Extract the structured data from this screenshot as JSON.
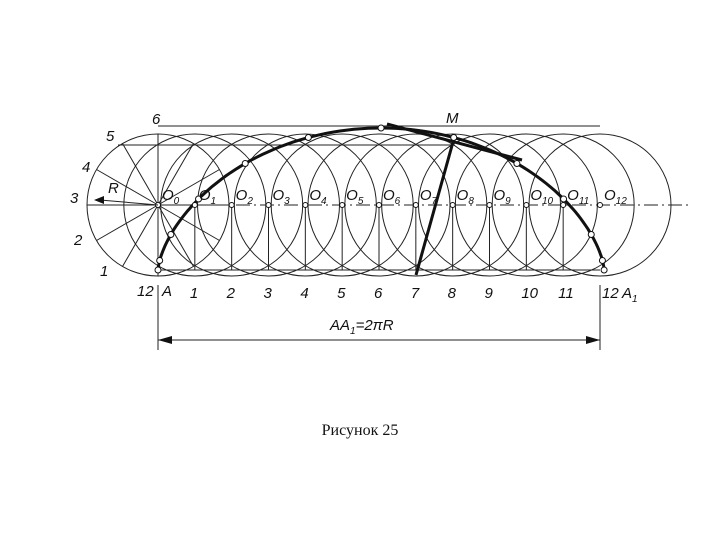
{
  "labels": {
    "top_left": [
      "6",
      "5",
      "4",
      "3",
      "2",
      "1",
      "12"
    ],
    "radius": "R",
    "point_m": "M",
    "point_a": "A",
    "point_a1": "A",
    "point_a1_sub": "1",
    "o_letter": "O",
    "o_subscripts": [
      "0",
      "1",
      "2",
      "3",
      "4",
      "5",
      "6",
      "7",
      "8",
      "9",
      "10",
      "11",
      "12"
    ],
    "bottom_numbers": [
      "1",
      "2",
      "3",
      "4",
      "5",
      "6",
      "7",
      "8",
      "9",
      "10",
      "11"
    ],
    "bottom_end": "12",
    "dimension": "AA",
    "dimension_sub": "1",
    "dimension_eq": "=2πR"
  },
  "caption": "Рисунок 25",
  "colors": {
    "ink": "#111111",
    "background": "#ffffff"
  }
}
